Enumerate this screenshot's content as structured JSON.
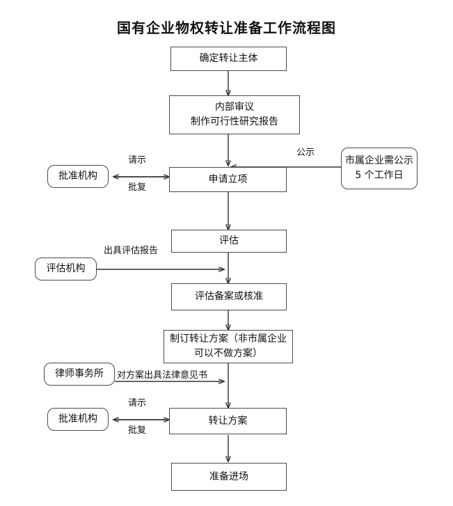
{
  "title": "国有企业物权转让准备工作流程图",
  "nodes": {
    "subject": {
      "label": "确定转让主体"
    },
    "review": {
      "line1": "内部审议",
      "line2": "制作可行性研究报告"
    },
    "approval_org_top": {
      "label": "批准机构"
    },
    "apply": {
      "label": "申请立项"
    },
    "city_notice": {
      "line1": "市属企业需公示",
      "line2": "5 个工作日"
    },
    "valuation": {
      "label": "评估"
    },
    "valuation_org": {
      "label": "评估机构"
    },
    "valuation_record": {
      "label": "评估备案或核准"
    },
    "plan_draft": {
      "line1": "制订转让方案（非市属企业",
      "line2": "可以不做方案）"
    },
    "law_firm": {
      "label": "律师事务所"
    },
    "approval_org_bottom": {
      "label": "批准机构"
    },
    "transfer_plan": {
      "label": "转让方案"
    },
    "enter_market": {
      "label": "准备进场"
    }
  },
  "edge_labels": {
    "request_top": "请示",
    "reply_top": "批复",
    "public_notice": "公示",
    "issue_report": "出具评估报告",
    "legal_opinion": "对方案出具法律意见书",
    "request_bottom": "请示",
    "reply_bottom": "批复"
  },
  "colors": {
    "background": "#ffffff",
    "stroke": "#4a4a4a",
    "wire": "#333333",
    "text": "#111111"
  }
}
